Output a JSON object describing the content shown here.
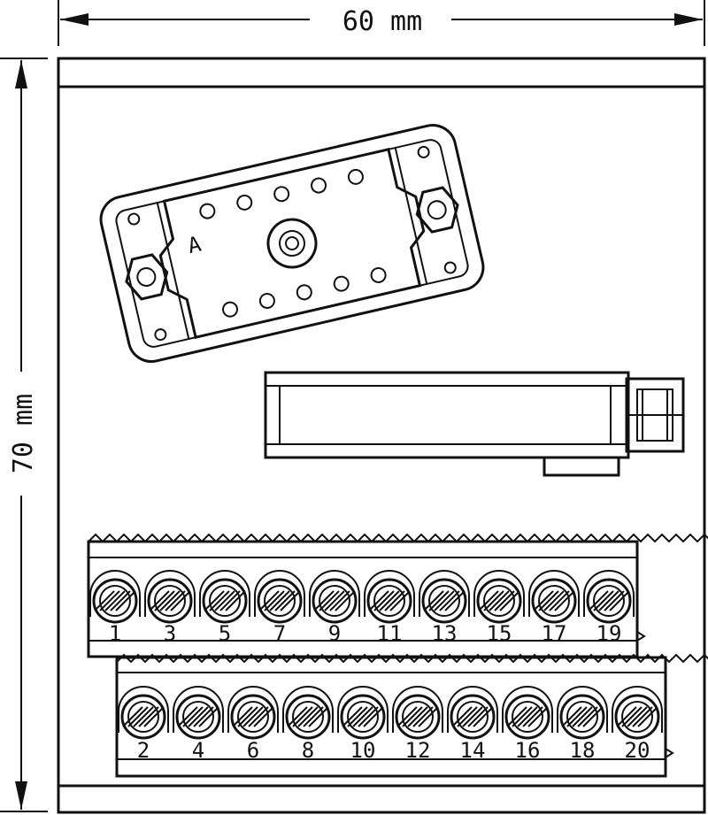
{
  "dimensions": {
    "width_label": "60 mm",
    "height_label": "70 mm"
  },
  "connector": {
    "label": "A"
  },
  "terminal_blocks": {
    "top_row": [
      "1",
      "3",
      "5",
      "7",
      "9",
      "11",
      "13",
      "15",
      "17",
      "19"
    ],
    "bottom_row": [
      "2",
      "4",
      "6",
      "8",
      "10",
      "12",
      "14",
      "16",
      "18",
      "20"
    ]
  },
  "colors": {
    "line": "#111111",
    "background": "#ffffff"
  }
}
